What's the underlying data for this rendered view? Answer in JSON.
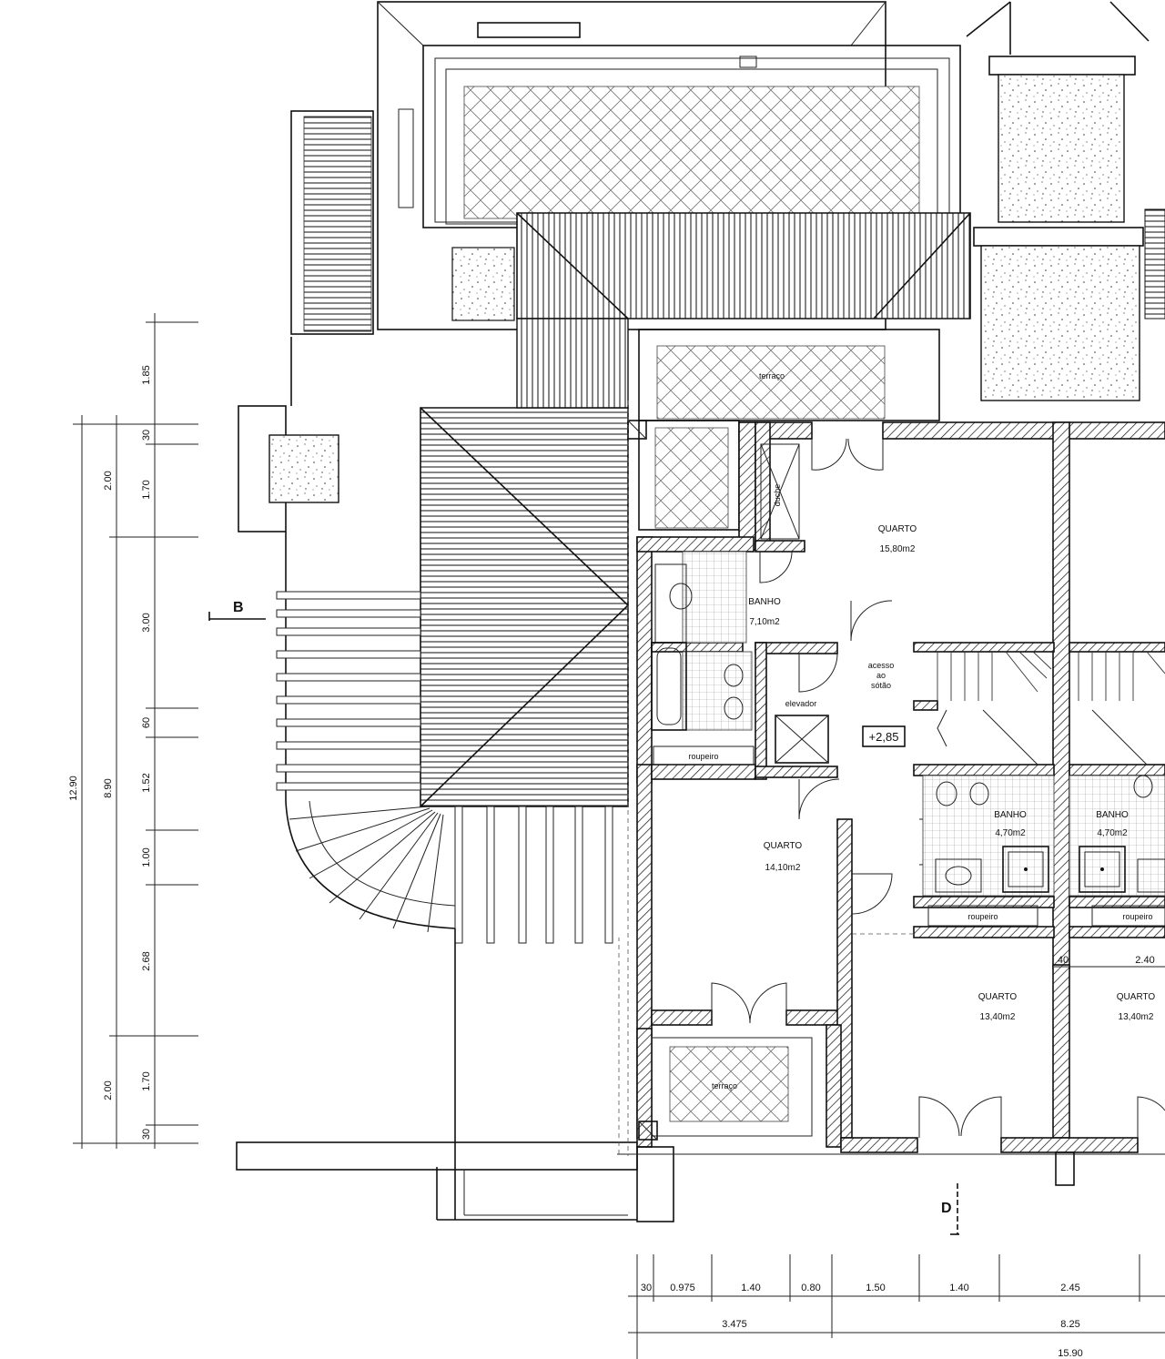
{
  "section_marks": {
    "b": "B",
    "d": "D"
  },
  "rooms": {
    "quarto_top": {
      "name": "QUARTO",
      "area": "15,80m2"
    },
    "banho_main": {
      "name": "BANHO",
      "area": "7,10m2"
    },
    "acesso": {
      "line1": "acesso",
      "line2": "ao",
      "line3": "sótão"
    },
    "elevador": {
      "name": "elevador"
    },
    "level": "+2,85",
    "quarto_mid": {
      "name": "QUARTO",
      "area": "14,10m2"
    },
    "banho_a": {
      "name": "BANHO",
      "area": "4,70m2"
    },
    "banho_b": {
      "name": "BANHO",
      "area": "4,70m2"
    },
    "quarto_c": {
      "name": "QUARTO",
      "area": "13,40m2"
    },
    "quarto_d": {
      "name": "QUARTO",
      "area": "13,40m2"
    },
    "terraco_top": "terraço",
    "terraco_bottom": "terraço",
    "roupeiro_1": "roupeiro",
    "roupeiro_2": "roupeiro",
    "roupeiro_3": "roupeiro",
    "duche": "duche"
  },
  "left_dims": {
    "total": "12.90",
    "mid": "8.90",
    "top_2": "2.00",
    "bottom_2": "2.00",
    "d185": "1.85",
    "d30a": "30",
    "d170a": "1.70",
    "d300": "3.00",
    "d60": "60",
    "d152": "1.52",
    "d100": "1.00",
    "d268": "2.68",
    "d170b": "1.70",
    "d30b": "30"
  },
  "bottom_dims": {
    "d30": "30",
    "d0975": "0.975",
    "d140a": "1.40",
    "d080": "0.80",
    "d150": "1.50",
    "d140b": "1.40",
    "d245": "2.45",
    "d3475": "3.475",
    "d825": "8.25",
    "d1590": "15.90"
  },
  "right_dim": {
    "d40": "40",
    "d240": "2.40"
  }
}
